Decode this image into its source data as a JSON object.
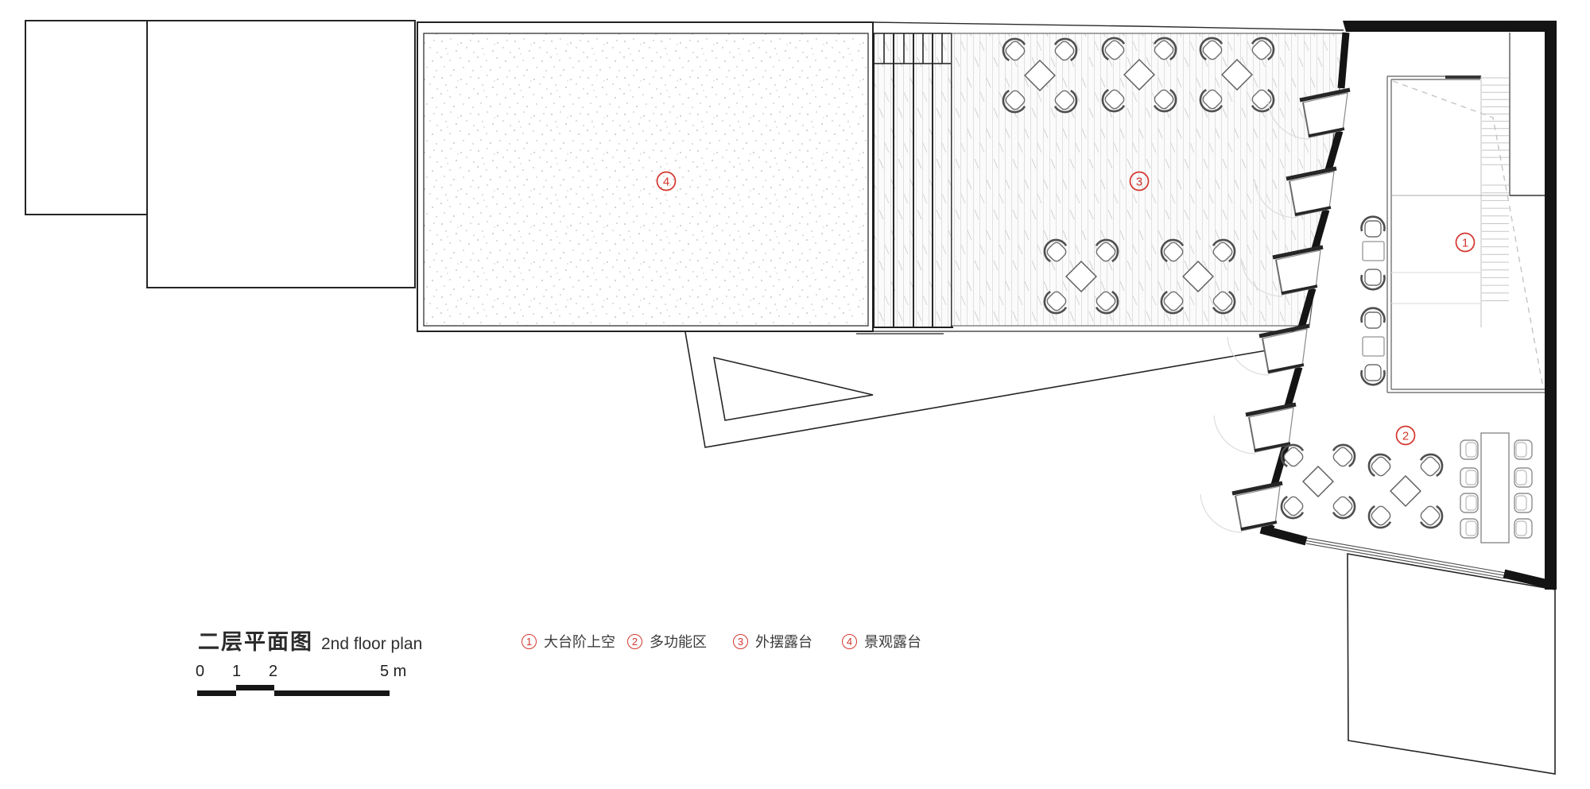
{
  "title": {
    "cn": "二层平面图",
    "en": "2nd floor plan"
  },
  "scale_bar": {
    "tick0": "0",
    "tick1": "1",
    "tick2": "2",
    "tick_end": "5 m"
  },
  "legend": [
    {
      "num": "1",
      "label": "大台阶上空"
    },
    {
      "num": "2",
      "label": "多功能区"
    },
    {
      "num": "3",
      "label": "外摆露台"
    },
    {
      "num": "4",
      "label": "景观露台"
    }
  ],
  "plan_markers": {
    "m1": "1",
    "m2": "2",
    "m3": "3",
    "m4": "4"
  },
  "colors": {
    "marker_red": "#d3362d",
    "wall_black": "#141414",
    "text_dark": "#2b2b2b"
  }
}
